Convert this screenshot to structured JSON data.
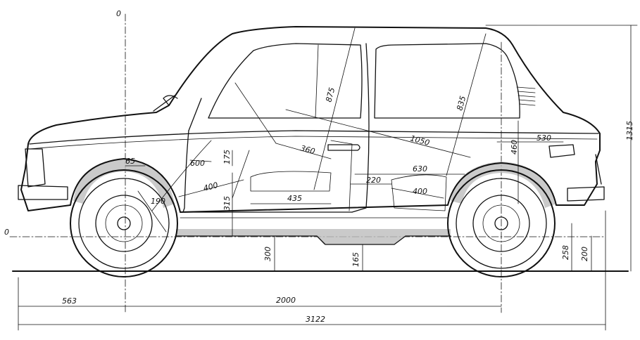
{
  "origin_labels": {
    "vertical_zero": "0",
    "horizontal_zero": "0"
  },
  "dimensions": {
    "front_overhang": "563",
    "wheelbase": "2000",
    "overall_length": "3122",
    "overall_height": "1315",
    "ground_clearance_body": "300",
    "ground_clearance_center": "165",
    "rear_axle_height": "258",
    "rear_floor_height": "200",
    "front_headroom": "875",
    "rear_headroom": "835",
    "front_seat_to_rear": "1050",
    "rear_shoulder": "530",
    "rear_arch_height": "460",
    "front_seat_length": "360",
    "rear_legroom": "630",
    "seat_gap": "220",
    "rear_seat_depth": "400",
    "front_seat_depth": "435",
    "pedal_reach": "600",
    "pedal_height": "175",
    "steering_reach": "400",
    "floor_height": "315",
    "arch_offset": "65",
    "wheel_radius": "190"
  }
}
